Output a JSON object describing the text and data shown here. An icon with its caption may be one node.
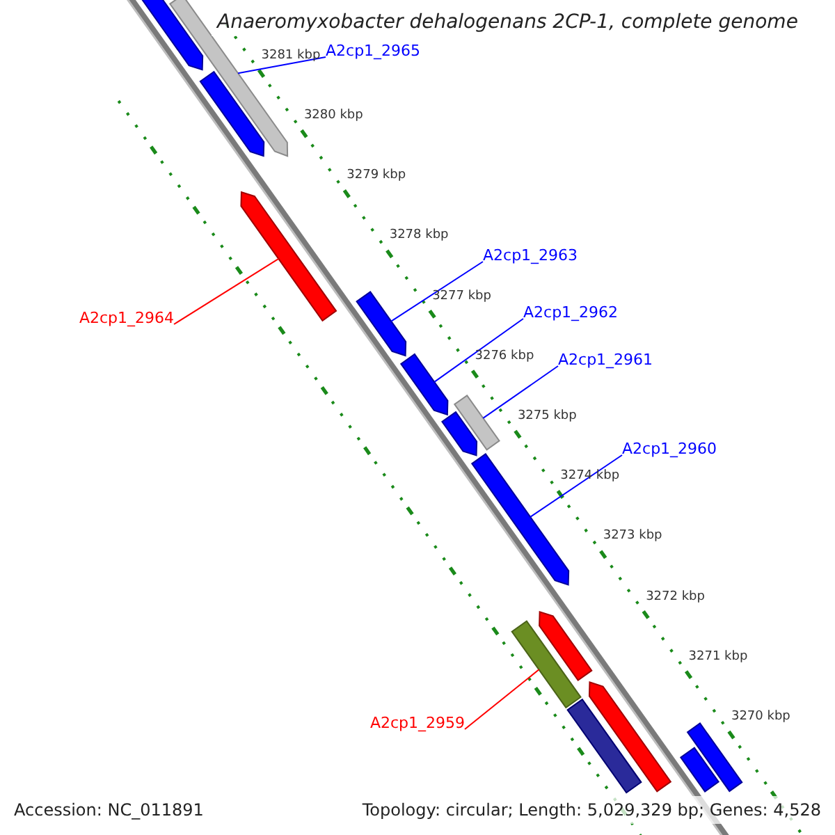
{
  "diagram": {
    "title": "Anaeromyxobacter dehalogenans 2CP-1, complete genome",
    "nodes": [
      {
        "text": [
          "A2cp1_2965"
        ]
      },
      {
        "text": [
          "A2cp1_2963"
        ]
      },
      {
        "text": [
          "A2cp1_2962"
        ]
      },
      {
        "text": [
          "A2cp1_2964"
        ]
      },
      {
        "text": [
          "A2cp1_2961"
        ]
      },
      {
        "text": [
          "A2cp1_2960"
        ]
      },
      {
        "text": [
          "A2cp1_2959"
        ]
      },
      {
        "text": [],
        "shape": "bar"
      },
      {
        "text": [],
        "shape": "bar"
      },
      {
        "text": [],
        "shape": "bar"
      },
      {
        "text": [],
        "shape": "bar"
      },
      {
        "text": [],
        "shape": "bar"
      },
      {
        "text": [],
        "shape": "bar"
      },
      {
        "text": [],
        "shape": "bar"
      },
      {
        "text": [],
        "shape": "bar"
      },
      {
        "text": [],
        "shape": "bar"
      },
      {
        "text": [],
        "shape": "bar"
      },
      {
        "text": [],
        "shape": "bar"
      },
      {
        "text": [],
        "shape": "bar"
      },
      {
        "text": [],
        "shape": "bar"
      },
      {
        "text": [],
        "shape": "bar"
      },
      {
        "text": [],
        "shape": "bar"
      }
    ],
    "edges": [
      {
        "from": 0,
        "to": 8,
        "arrow": "none"
      },
      {
        "from": 1,
        "to": 11,
        "arrow": "none"
      },
      {
        "from": 2,
        "to": 12,
        "arrow": "none"
      },
      {
        "from": 3,
        "to": 10,
        "arrow": "none",
        "color": "#ff0000"
      },
      {
        "from": 4,
        "to": 13,
        "arrow": "none"
      },
      {
        "from": 5,
        "to": 15,
        "arrow": "none"
      },
      {
        "from": 6,
        "to": 17,
        "arrow": "none",
        "color": "#ff0000"
      }
    ],
    "labels": [
      "3281 kbp",
      "3280 kbp",
      "3279 kbp",
      "3278 kbp",
      "3277 kbp",
      "3276 kbp",
      "3275 kbp",
      "3274 kbp",
      "3273 kbp",
      "3272 kbp",
      "3271 kbp",
      "3270 kbp",
      "Accession: NC_011891",
      "Topology: circular; Length: 5,029,329 bp; Genes: 4,528"
    ]
  }
}
